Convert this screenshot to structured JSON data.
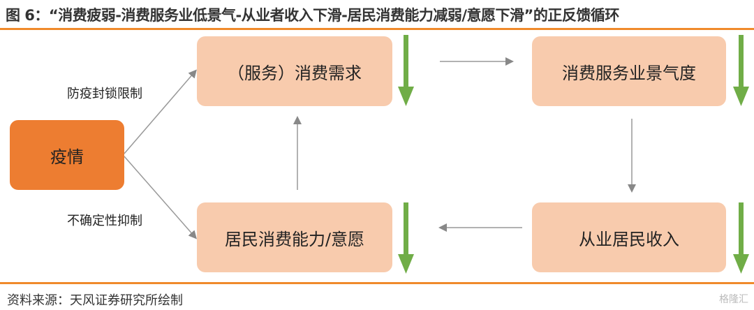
{
  "title": "图 6：“消费疲弱-消费服务业低景气-从业者收入下滑-居民消费能力减弱/意愿下滑”的正反馈循环",
  "nodes": {
    "epidemic": "疫情",
    "demand": "（服务）消费需求",
    "prosperity": "消费服务业景气度",
    "income": "从业居民收入",
    "capacity": "居民消费能力/意愿"
  },
  "edge_labels": {
    "lockdown": "防疫封锁限制",
    "uncertainty": "不确定性抑制"
  },
  "source": "资料来源：天风证券研究所绘制",
  "watermark": "格隆汇",
  "colors": {
    "accent": "#ED7D31",
    "box": "#F8CBAD",
    "down_arrow": "#70AD47",
    "rule": "#F08A2B"
  }
}
